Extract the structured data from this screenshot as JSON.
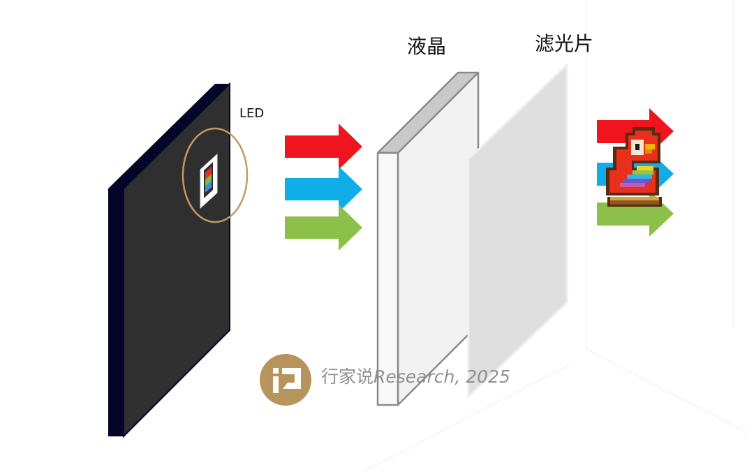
{
  "labels": {
    "led": "LED",
    "liquid_crystal": "液晶",
    "filter": "滤光片"
  },
  "watermark": {
    "brand_cn": "行家说",
    "brand_en": "Research, 2025",
    "logo_icon": "brand-logo-icon"
  },
  "mascot": {
    "icon": "pixel-parrot-icon"
  },
  "colors": {
    "backlight_panel": "#2f2f2f",
    "backlight_edge": "#05052a",
    "led_ring": "#c49a5e",
    "arrow_red": "#f0141e",
    "arrow_blue": "#10aee8",
    "arrow_green": "#8cc04b",
    "lc_front": "#f6f6f6",
    "lc_border": "#8a8a8a",
    "filter_panel": "#dedede",
    "watermark_gold": "#b38f54",
    "watermark_text": "#8b8b8b"
  }
}
